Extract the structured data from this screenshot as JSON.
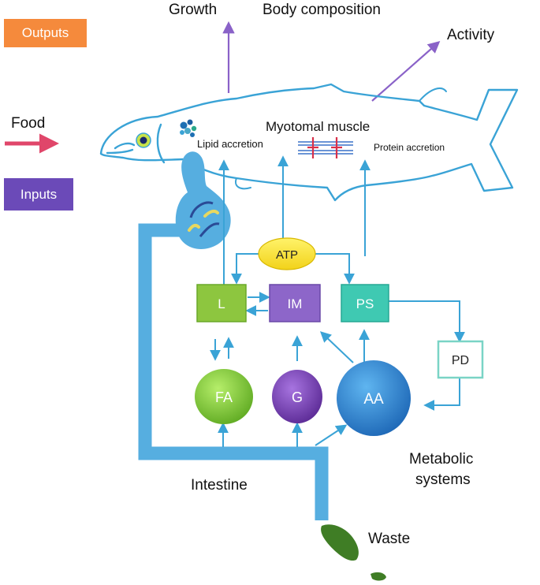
{
  "colors": {
    "outline": "#3aa3d6",
    "arrow": "#3aa3d6",
    "output_arrow": "#8a62c8",
    "food_arrow": "#e0466a",
    "outputs_badge": "#f58a3c",
    "inputs_badge": "#6b4ab8",
    "lipid_box": "#8dc63f",
    "im_box": "#8d66c9",
    "ps_box": "#3fc9b2",
    "atp": "#ffe83a",
    "fa": "#7ccf3b",
    "g": "#7a40b8",
    "aa": "#2f8ad6",
    "pd_border": "#7ad4c6",
    "intestine": "#56aee0",
    "waste": "#3f7d25"
  },
  "legend": {
    "outputs": "Outputs",
    "inputs": "Inputs",
    "food": "Food"
  },
  "outputs": {
    "growth": "Growth",
    "body_composition": "Body composition",
    "activity": "Activity"
  },
  "fish": {
    "myotomal_muscle": "Myotomal muscle",
    "lipid_accretion": "Lipid accretion",
    "protein_accretion": "Protein accretion"
  },
  "nodes": {
    "atp": "ATP",
    "l": "L",
    "im": "IM",
    "ps": "PS",
    "pd": "PD",
    "fa": "FA",
    "g": "G",
    "aa": "AA"
  },
  "labels": {
    "intestine": "Intestine",
    "metabolic_systems_1": "Metabolic",
    "metabolic_systems_2": "systems",
    "waste": "Waste"
  }
}
